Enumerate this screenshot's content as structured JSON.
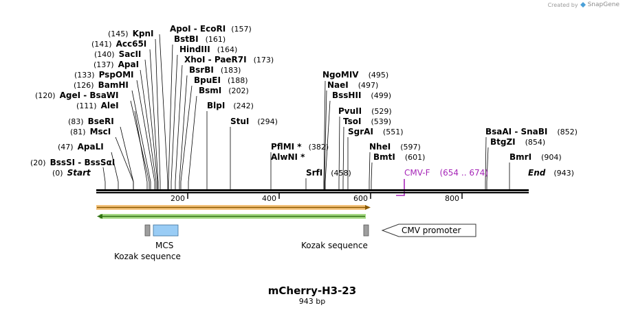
{
  "credit": {
    "text": "Created by",
    "brand": "SnapGene"
  },
  "map": {
    "title": "mCherry-H3-23",
    "length_label": "943 bp",
    "start_label": "Start",
    "start_pos": "(0)",
    "end_label": "End",
    "end_pos": "(943)",
    "ticks": [
      "200",
      "400",
      "600",
      "800"
    ]
  },
  "enzymes": [
    {
      "name": "BssSI - BssSαI",
      "pos": "(20)"
    },
    {
      "name": "ApaLI",
      "pos": "(47)"
    },
    {
      "name": "MscI",
      "pos": "(81)"
    },
    {
      "name": "BseRI",
      "pos": "(83)"
    },
    {
      "name": "AleI",
      "pos": "(111)"
    },
    {
      "name": "AgeI - BsaWI",
      "pos": "(120)"
    },
    {
      "name": "BamHI",
      "pos": "(126)"
    },
    {
      "name": "PspOMI",
      "pos": "(133)"
    },
    {
      "name": "ApaI",
      "pos": "(137)"
    },
    {
      "name": "SacII",
      "pos": "(140)"
    },
    {
      "name": "Acc65I",
      "pos": "(141)"
    },
    {
      "name": "KpnI",
      "pos": "(145)"
    },
    {
      "name": "ApoI - EcoRI",
      "pos": "(157)"
    },
    {
      "name": "BstBI",
      "pos": "(161)"
    },
    {
      "name": "HindIII",
      "pos": "(164)"
    },
    {
      "name": "XhoI - PaeR7I",
      "pos": "(173)"
    },
    {
      "name": "BsrBI",
      "pos": "(183)"
    },
    {
      "name": "BpuEI",
      "pos": "(188)"
    },
    {
      "name": "BsmI",
      "pos": "(202)"
    },
    {
      "name": "BlpI",
      "pos": "(242)"
    },
    {
      "name": "StuI",
      "pos": "(294)"
    },
    {
      "name": "PflMI *",
      "pos": "(382)"
    },
    {
      "name": "AlwNI *",
      "pos": ""
    },
    {
      "name": "SrfI",
      "pos": "(458)"
    },
    {
      "name": "NgoMIV",
      "pos": "(495)"
    },
    {
      "name": "NaeI",
      "pos": "(497)"
    },
    {
      "name": "BssHII",
      "pos": "(499)"
    },
    {
      "name": "PvuII",
      "pos": "(529)"
    },
    {
      "name": "TsoI",
      "pos": "(539)"
    },
    {
      "name": "SgrAI",
      "pos": "(551)"
    },
    {
      "name": "NheI",
      "pos": "(597)"
    },
    {
      "name": "BmtI",
      "pos": "(601)"
    },
    {
      "name": "BsaAI - SnaBI",
      "pos": "(852)"
    },
    {
      "name": "BtgZI",
      "pos": "(854)"
    },
    {
      "name": "BmrI",
      "pos": "(904)"
    }
  ],
  "primer": {
    "name": "CMV-F",
    "range": "(654 .. 674)",
    "color": "#a626b8"
  },
  "features": {
    "mcs": "MCS",
    "kozak_left": "Kozak sequence",
    "kozak_right": "Kozak sequence",
    "cmv_promoter": "CMV promoter"
  },
  "colors": {
    "orange_feature": "#f0a000",
    "green_feature": "#4caf20",
    "mcs_box": "#99ccf5",
    "kozak_box": "#9e9e9e"
  }
}
